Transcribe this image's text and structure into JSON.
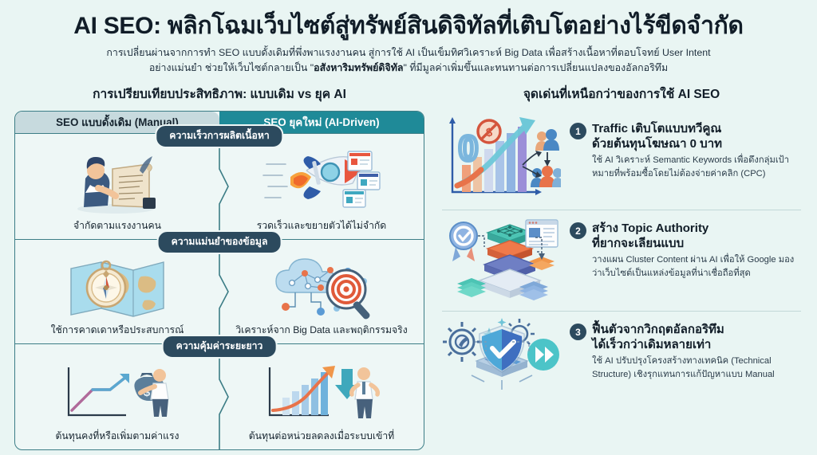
{
  "header": {
    "title": "AI SEO: พลิกโฉมเว็บไซต์สู่ทรัพย์สินดิจิทัลที่เติบโตอย่างไร้ขีดจำกัด",
    "subtitle_line1": "การเปลี่ยนผ่านจากการทำ SEO แบบดั้งเดิมที่พึ่งพาแรงงานคน สู่การใช้ AI เป็นเข็มทิศวิเคราะห์ Big Data เพื่อสร้างเนื้อหาที่ตอบโจทย์ User Intent",
    "subtitle_line2_before": "อย่างแม่นยำ ช่วยให้เว็บไซต์กลายเป็น \"",
    "subtitle_line2_bold": "อสังหาริมทรัพย์ดิจิทัล",
    "subtitle_line2_after": "\" ที่มีมูลค่าเพิ่มขึ้นและทนทานต่อการเปลี่ยนแปลงของอัลกอริทึม"
  },
  "comparison": {
    "section_title": "การเปรียบเทียบประสิทธิภาพ: แบบเดิม vs ยุค AI",
    "column_headers": {
      "manual": "SEO แบบดั้งเดิม (Manual)",
      "ai": "SEO ยุคใหม่ (AI-Driven)"
    },
    "rows": [
      {
        "pill": "ความเร็วการผลิตเนื้อหา",
        "manual_caption": "จำกัดตามแรงงานคน",
        "ai_caption": "รวดเร็วและขยายตัวได้ไม่จำกัด",
        "manual_icon": "scribe-writing-scroll-icon",
        "ai_icon": "rocket-launch-icon"
      },
      {
        "pill": "ความแม่นยำของข้อมูล",
        "manual_caption": "ใช้การคาดเดาหรือประสบการณ์",
        "ai_caption": "วิเคราะห์จาก Big Data และพฤติกรรมจริง",
        "manual_icon": "compass-map-icon",
        "ai_icon": "cloud-data-target-icon"
      },
      {
        "pill": "ความคุ้มค่าระยะยาว",
        "manual_caption": "ต้นทุนคงที่หรือเพิ่มตามค่าแรง",
        "ai_caption": "ต้นทุนต่อหน่วยลดลงเมื่อระบบเข้าที่",
        "manual_icon": "rising-cost-moneybag-icon",
        "ai_icon": "growth-chart-falling-cost-icon"
      }
    ]
  },
  "benefits": {
    "section_title": "จุดเด่นที่เหนือกว่าของการใช้ AI SEO",
    "items": [
      {
        "number": "1",
        "title_line1": "Traffic เติบโตแบบทวีคูณ",
        "title_line2": "ด้วยต้นทุนโฆษณา 0 บาท",
        "desc": "ใช้ AI วิเคราะห์ Semantic Keywords เพื่อดึงกลุ่มเป้าหมายที่พร้อมซื้อโดยไม่ต้องจ่ายค่าคลิก (CPC)",
        "icon": "zero-cost-growth-chart-icon"
      },
      {
        "number": "2",
        "title_line1": "สร้าง Topic Authority",
        "title_line2": "ที่ยากจะเลียนแบบ",
        "desc": "วางแผน Cluster Content ผ่าน AI เพื่อให้ Google มองว่าเว็บไซต์เป็นแหล่งข้อมูลที่น่าเชื่อถือที่สุด",
        "icon": "layered-stack-badge-icon"
      },
      {
        "number": "3",
        "title_line1": "ฟื้นตัวจากวิกฤตอัลกอริทึม",
        "title_line2": "ได้เร็วกว่าเดิมหลายเท่า",
        "desc": "ใช้ AI ปรับปรุงโครงสร้างทางเทคนิค (Technical Structure) เชิงรุกแทนการแก้ปัญหาแบบ Manual",
        "icon": "shield-gears-fastforward-icon"
      }
    ]
  },
  "colors": {
    "background": "#e9f5f3",
    "teal_header": "#1f8a98",
    "manual_header": "#c7dade",
    "pill_navy": "#2c4a5e",
    "border_teal": "#3c7d86",
    "title_dark": "#111d28",
    "accent_orange": "#e8734a",
    "accent_blue": "#4a7fbf"
  }
}
